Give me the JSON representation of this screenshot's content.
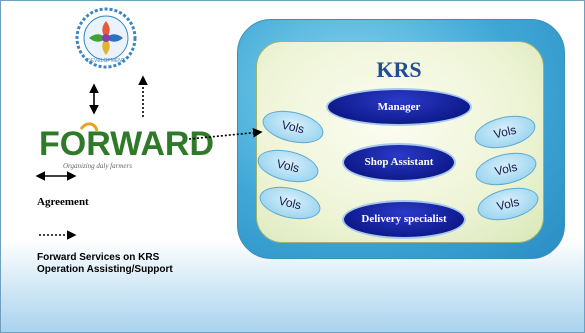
{
  "slide": {
    "colors": {
      "background_bottom": "#a9d3ee",
      "outer_box": "#3fa7d6",
      "inner_box": "#eef4d6",
      "role_fill": "#101b8e",
      "vol_fill": "#a9dbf2",
      "krs_title": "#1f4f8f",
      "forward_green": "#2f7a28"
    }
  },
  "logos": {
    "seal_icon": "circular-seal-logo",
    "seal_text": "DEVELOPMENT",
    "forward_brand": "FORWARD",
    "forward_tagline": "Organizing daly farmers"
  },
  "legend": {
    "agreement_label": "Agreement",
    "services_label": "Forward Services  on KRS Operation Assisting/Support"
  },
  "krs": {
    "title": "KRS",
    "roles": [
      "Manager",
      "Shop Assistant",
      "Delivery specialist"
    ],
    "volunteers": [
      "Vols",
      "Vols",
      "Vols",
      "Vols",
      "Vols",
      "Vols"
    ]
  }
}
